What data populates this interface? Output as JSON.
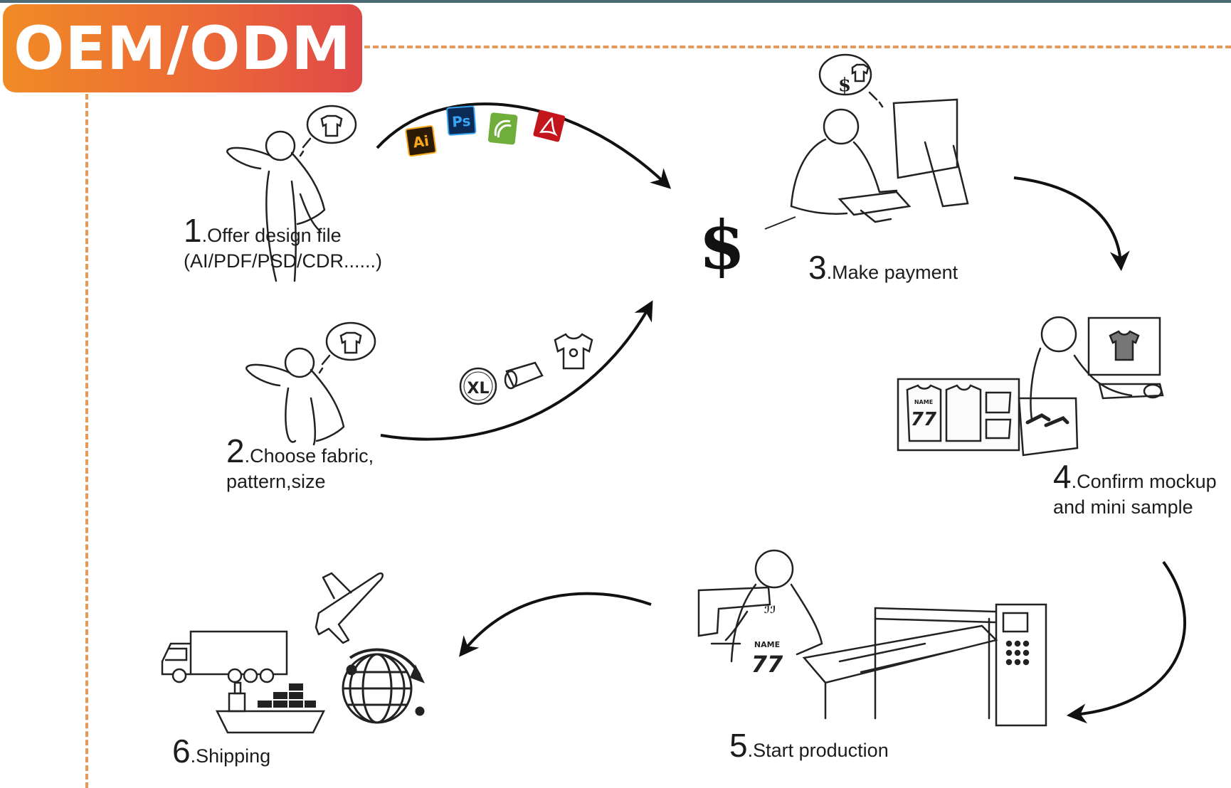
{
  "badge": {
    "text": "OEM/ODM"
  },
  "currency_symbol": "$",
  "steps": [
    {
      "num": "1",
      "label": ".Offer design file",
      "sub": "(AI/PDF/PSD/CDR......)"
    },
    {
      "num": "2",
      "label": ".Choose fabric,",
      "sub": "pattern,size"
    },
    {
      "num": "3",
      "label": ".Make payment"
    },
    {
      "num": "4",
      "label": ".Confirm mockup",
      "sub": "and mini sample"
    },
    {
      "num": "5",
      "label": ".Start production"
    },
    {
      "num": "6",
      "label": ".Shipping"
    }
  ],
  "file_icons": [
    {
      "text": "Ai",
      "bg": "#2b1a05",
      "fg": "#f7a81b"
    },
    {
      "text": "Ps",
      "bg": "#0b2a55",
      "fg": "#39a4f4"
    },
    {
      "text": "",
      "bg": "#6fae3a",
      "fg": "#ffffff"
    },
    {
      "text": "",
      "bg": "#c3161c",
      "fg": "#ffffff"
    }
  ],
  "size_icon": {
    "text": "XL"
  },
  "jersey": {
    "name": "NAME",
    "number": "77"
  },
  "colors": {
    "accent": "#ec6a36",
    "dash": "#e39a5a"
  }
}
